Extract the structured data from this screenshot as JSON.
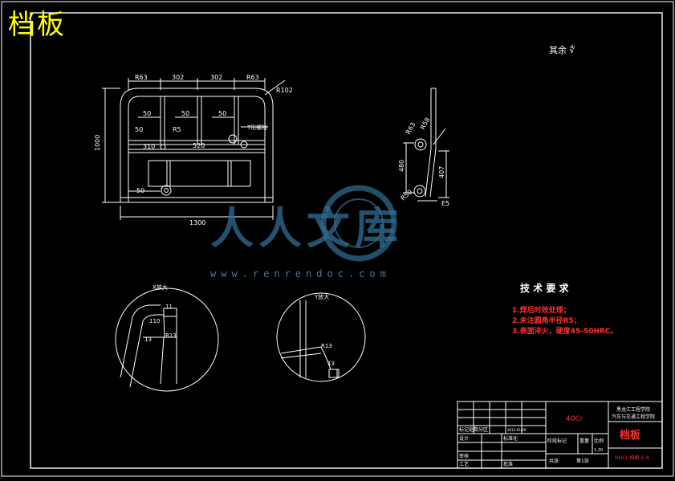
{
  "title": "档板",
  "roughness_note": "其余 ∜",
  "dimensions": {
    "top": [
      "R63",
      "302",
      "302",
      "R63"
    ],
    "radius": "R102",
    "inner": [
      "50",
      "50",
      "50"
    ],
    "left_small": "50",
    "r5": "R5",
    "side_label": "T形螺栓",
    "n310": "310",
    "n520": "520",
    "height": "1000",
    "bottom_left": "50",
    "width": "1300",
    "side_r63": "R63",
    "side_r58": "R58",
    "side_480": "480",
    "side_407": "407",
    "side_e5": "E5",
    "side_r50": "R50"
  },
  "details": {
    "left_label": "X放大",
    "left_dims": [
      "11",
      "110",
      "13",
      "R13"
    ],
    "right_label": "Y放大",
    "right_dims": [
      "R13",
      "13"
    ]
  },
  "tech": {
    "heading": "技 术 要 求",
    "items": [
      "1.焊后时效处理；",
      "2.未注圆角半径R5；",
      "3.表面淬火，硬度45-50HRC。"
    ]
  },
  "titleblock": {
    "material": "40Cr",
    "school_line1": "黑龙江工程学院",
    "school_line2": "汽车与交通工程学院",
    "part_name": "档板",
    "label_stage": "阶段标记",
    "label_weight": "重量",
    "label_scale": "比例",
    "scale_value": "1:20",
    "label_sheets_total": "共张",
    "label_sheet_no": "第1张",
    "label_designer": "设计",
    "label_standard": "标准化",
    "label_review": "审核",
    "label_process": "工艺",
    "label_approve": "批准",
    "label_std_check": "标记处数分区",
    "label_date": "2012-05-09",
    "drawing_no": "HGCL 档板-1-4"
  },
  "watermark": {
    "cn": "人人文库",
    "url": "www.renrendoc.com"
  },
  "colors": {
    "line": "#ffffff",
    "title": "#ffff00",
    "red": "#ff3030",
    "watermark": "#2f6f96"
  }
}
